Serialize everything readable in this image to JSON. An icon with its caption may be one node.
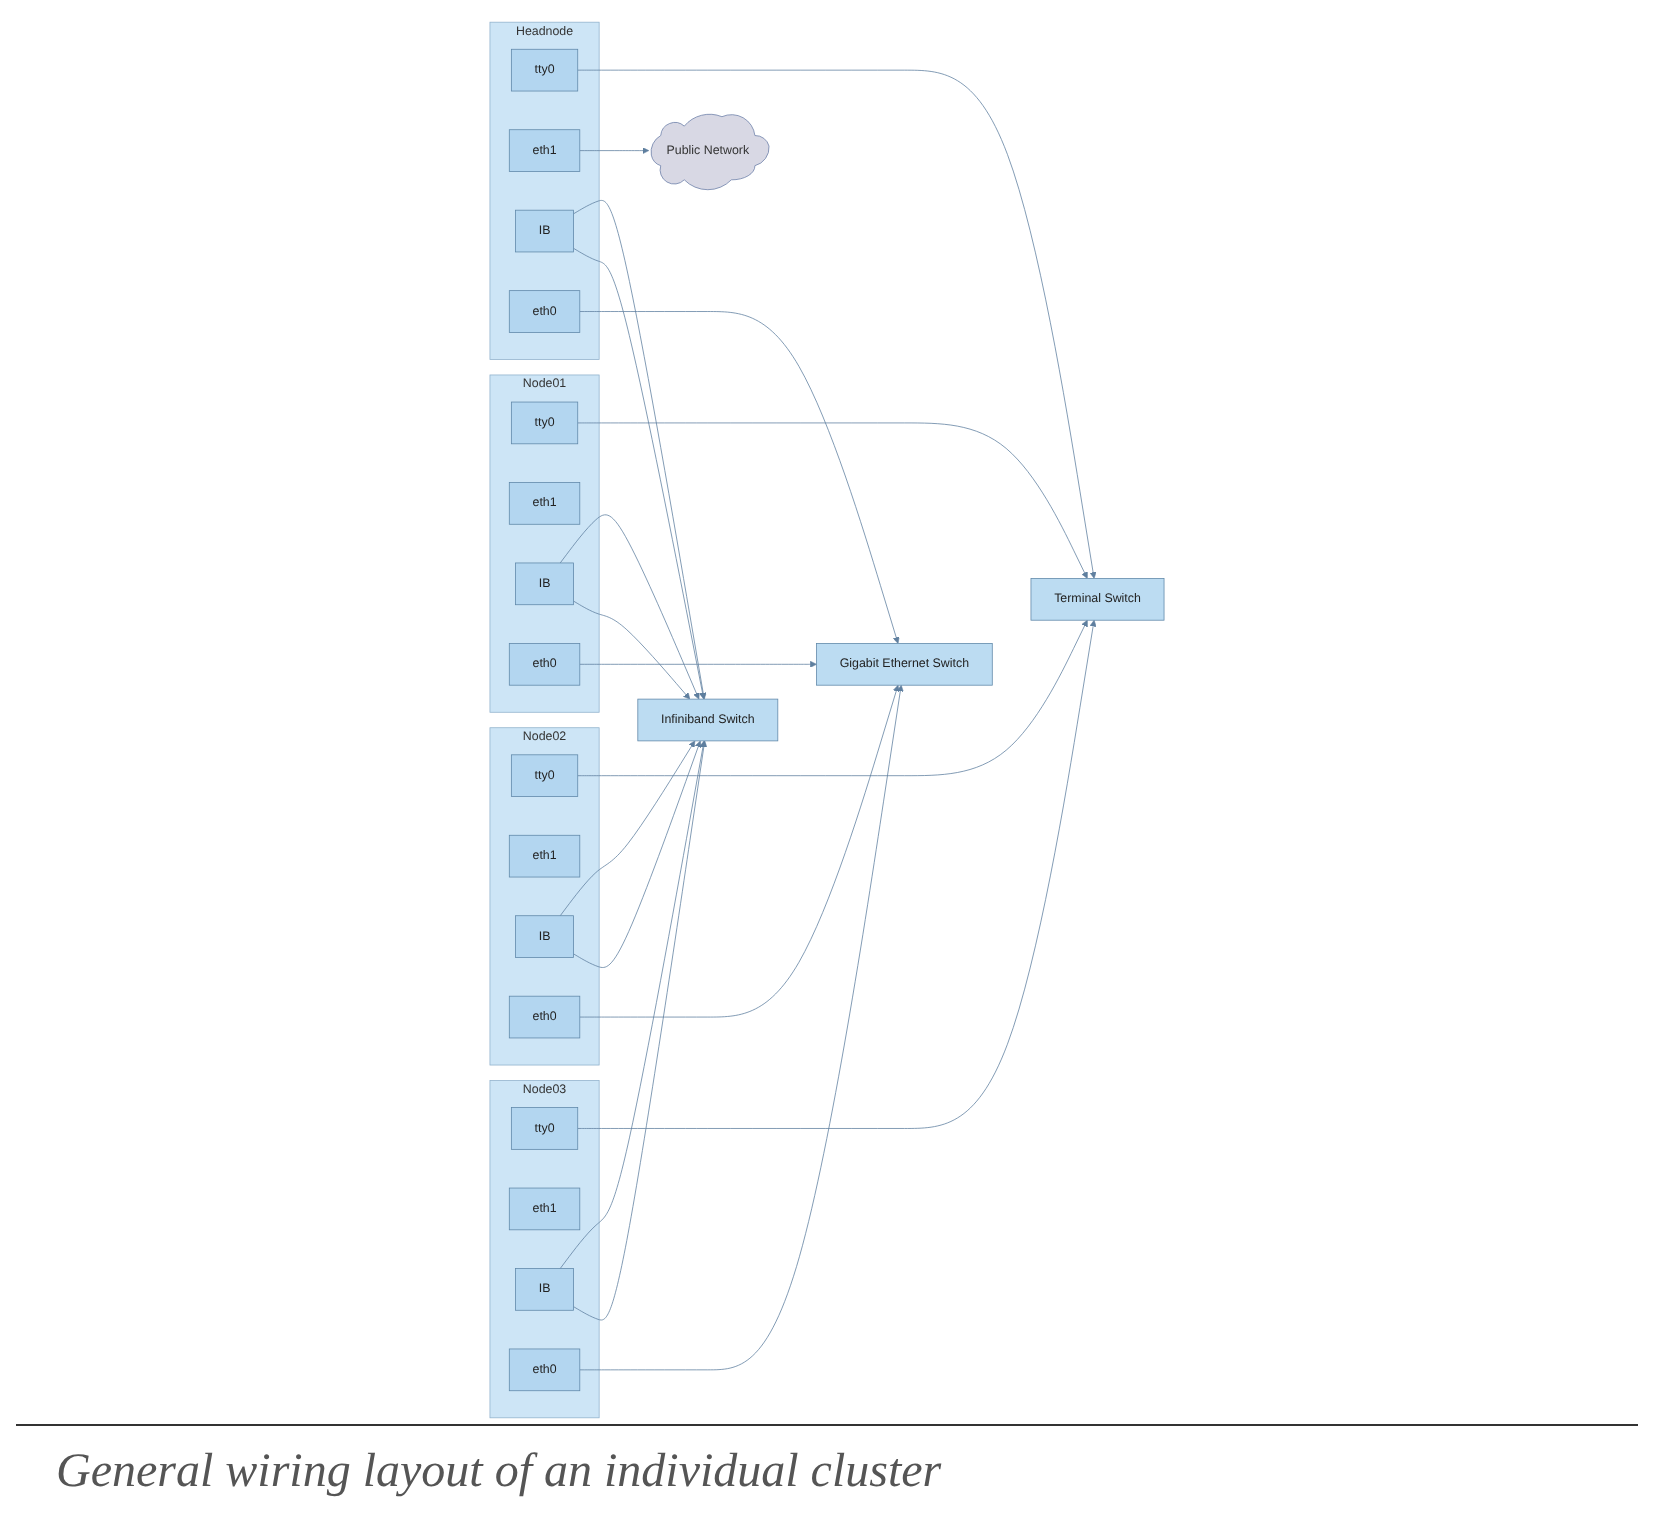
{
  "diagram": {
    "caption": "General wiring layout of an individual cluster",
    "nodes": [
      {
        "text": [
          "Terminal Switch"
        ]
      },
      {
        "text": [
          "Infiniband Switch"
        ]
      },
      {
        "text": [
          "Headnode"
        ]
      },
      {
        "text": [
          "tty0"
        ],
        "in": 2
      },
      {
        "text": [
          "eth1"
        ],
        "in": 2
      },
      {
        "text": [
          "IB"
        ],
        "in": 2
      },
      {
        "text": [
          "eth0"
        ],
        "in": 2
      },
      {
        "text": [
          "Node01"
        ]
      },
      {
        "text": [
          "tty0"
        ],
        "in": 7
      },
      {
        "text": [
          "eth1"
        ],
        "in": 7
      },
      {
        "text": [
          "IB"
        ],
        "in": 7
      },
      {
        "text": [
          "eth0"
        ],
        "in": 7
      },
      {
        "text": [
          "Node02"
        ]
      },
      {
        "text": [
          "tty0"
        ],
        "in": 12
      },
      {
        "text": [
          "eth1"
        ],
        "in": 12
      },
      {
        "text": [
          "IB"
        ],
        "in": 12
      },
      {
        "text": [
          "eth0"
        ],
        "in": 12
      },
      {
        "text": [
          "Node03"
        ]
      },
      {
        "text": [
          "tty0"
        ],
        "in": 17
      },
      {
        "text": [
          "eth1"
        ],
        "in": 17
      },
      {
        "text": [
          "IB"
        ],
        "in": 17
      },
      {
        "text": [
          "eth0"
        ],
        "in": 17
      },
      {
        "text": [
          "Gigabit Ethernet Switch"
        ]
      },
      {
        "text": [
          "Public Network"
        ]
      }
    ],
    "edges": [
      {
        "from": 3,
        "to": 0,
        "arrow": "to"
      },
      {
        "from": 4,
        "to": 23,
        "arrow": "to"
      },
      {
        "from": 5,
        "to": 1,
        "arrow": "to"
      },
      {
        "from": 5,
        "to": 1,
        "arrow": "to"
      },
      {
        "from": 6,
        "to": 22,
        "arrow": "to"
      },
      {
        "from": 8,
        "to": 0,
        "arrow": "to"
      },
      {
        "from": 10,
        "to": 1,
        "arrow": "to"
      },
      {
        "from": 10,
        "to": 1,
        "arrow": "to"
      },
      {
        "from": 11,
        "to": 22,
        "arrow": "to"
      },
      {
        "from": 13,
        "to": 0,
        "arrow": "to"
      },
      {
        "from": 15,
        "to": 1,
        "arrow": "to"
      },
      {
        "from": 15,
        "to": 1,
        "arrow": "to"
      },
      {
        "from": 16,
        "to": 22,
        "arrow": "to"
      },
      {
        "from": 18,
        "to": 0,
        "arrow": "to"
      },
      {
        "from": 20,
        "to": 1,
        "arrow": "to"
      },
      {
        "from": 20,
        "to": 1,
        "arrow": "to"
      },
      {
        "from": 21,
        "to": 22,
        "arrow": "to"
      }
    ]
  }
}
